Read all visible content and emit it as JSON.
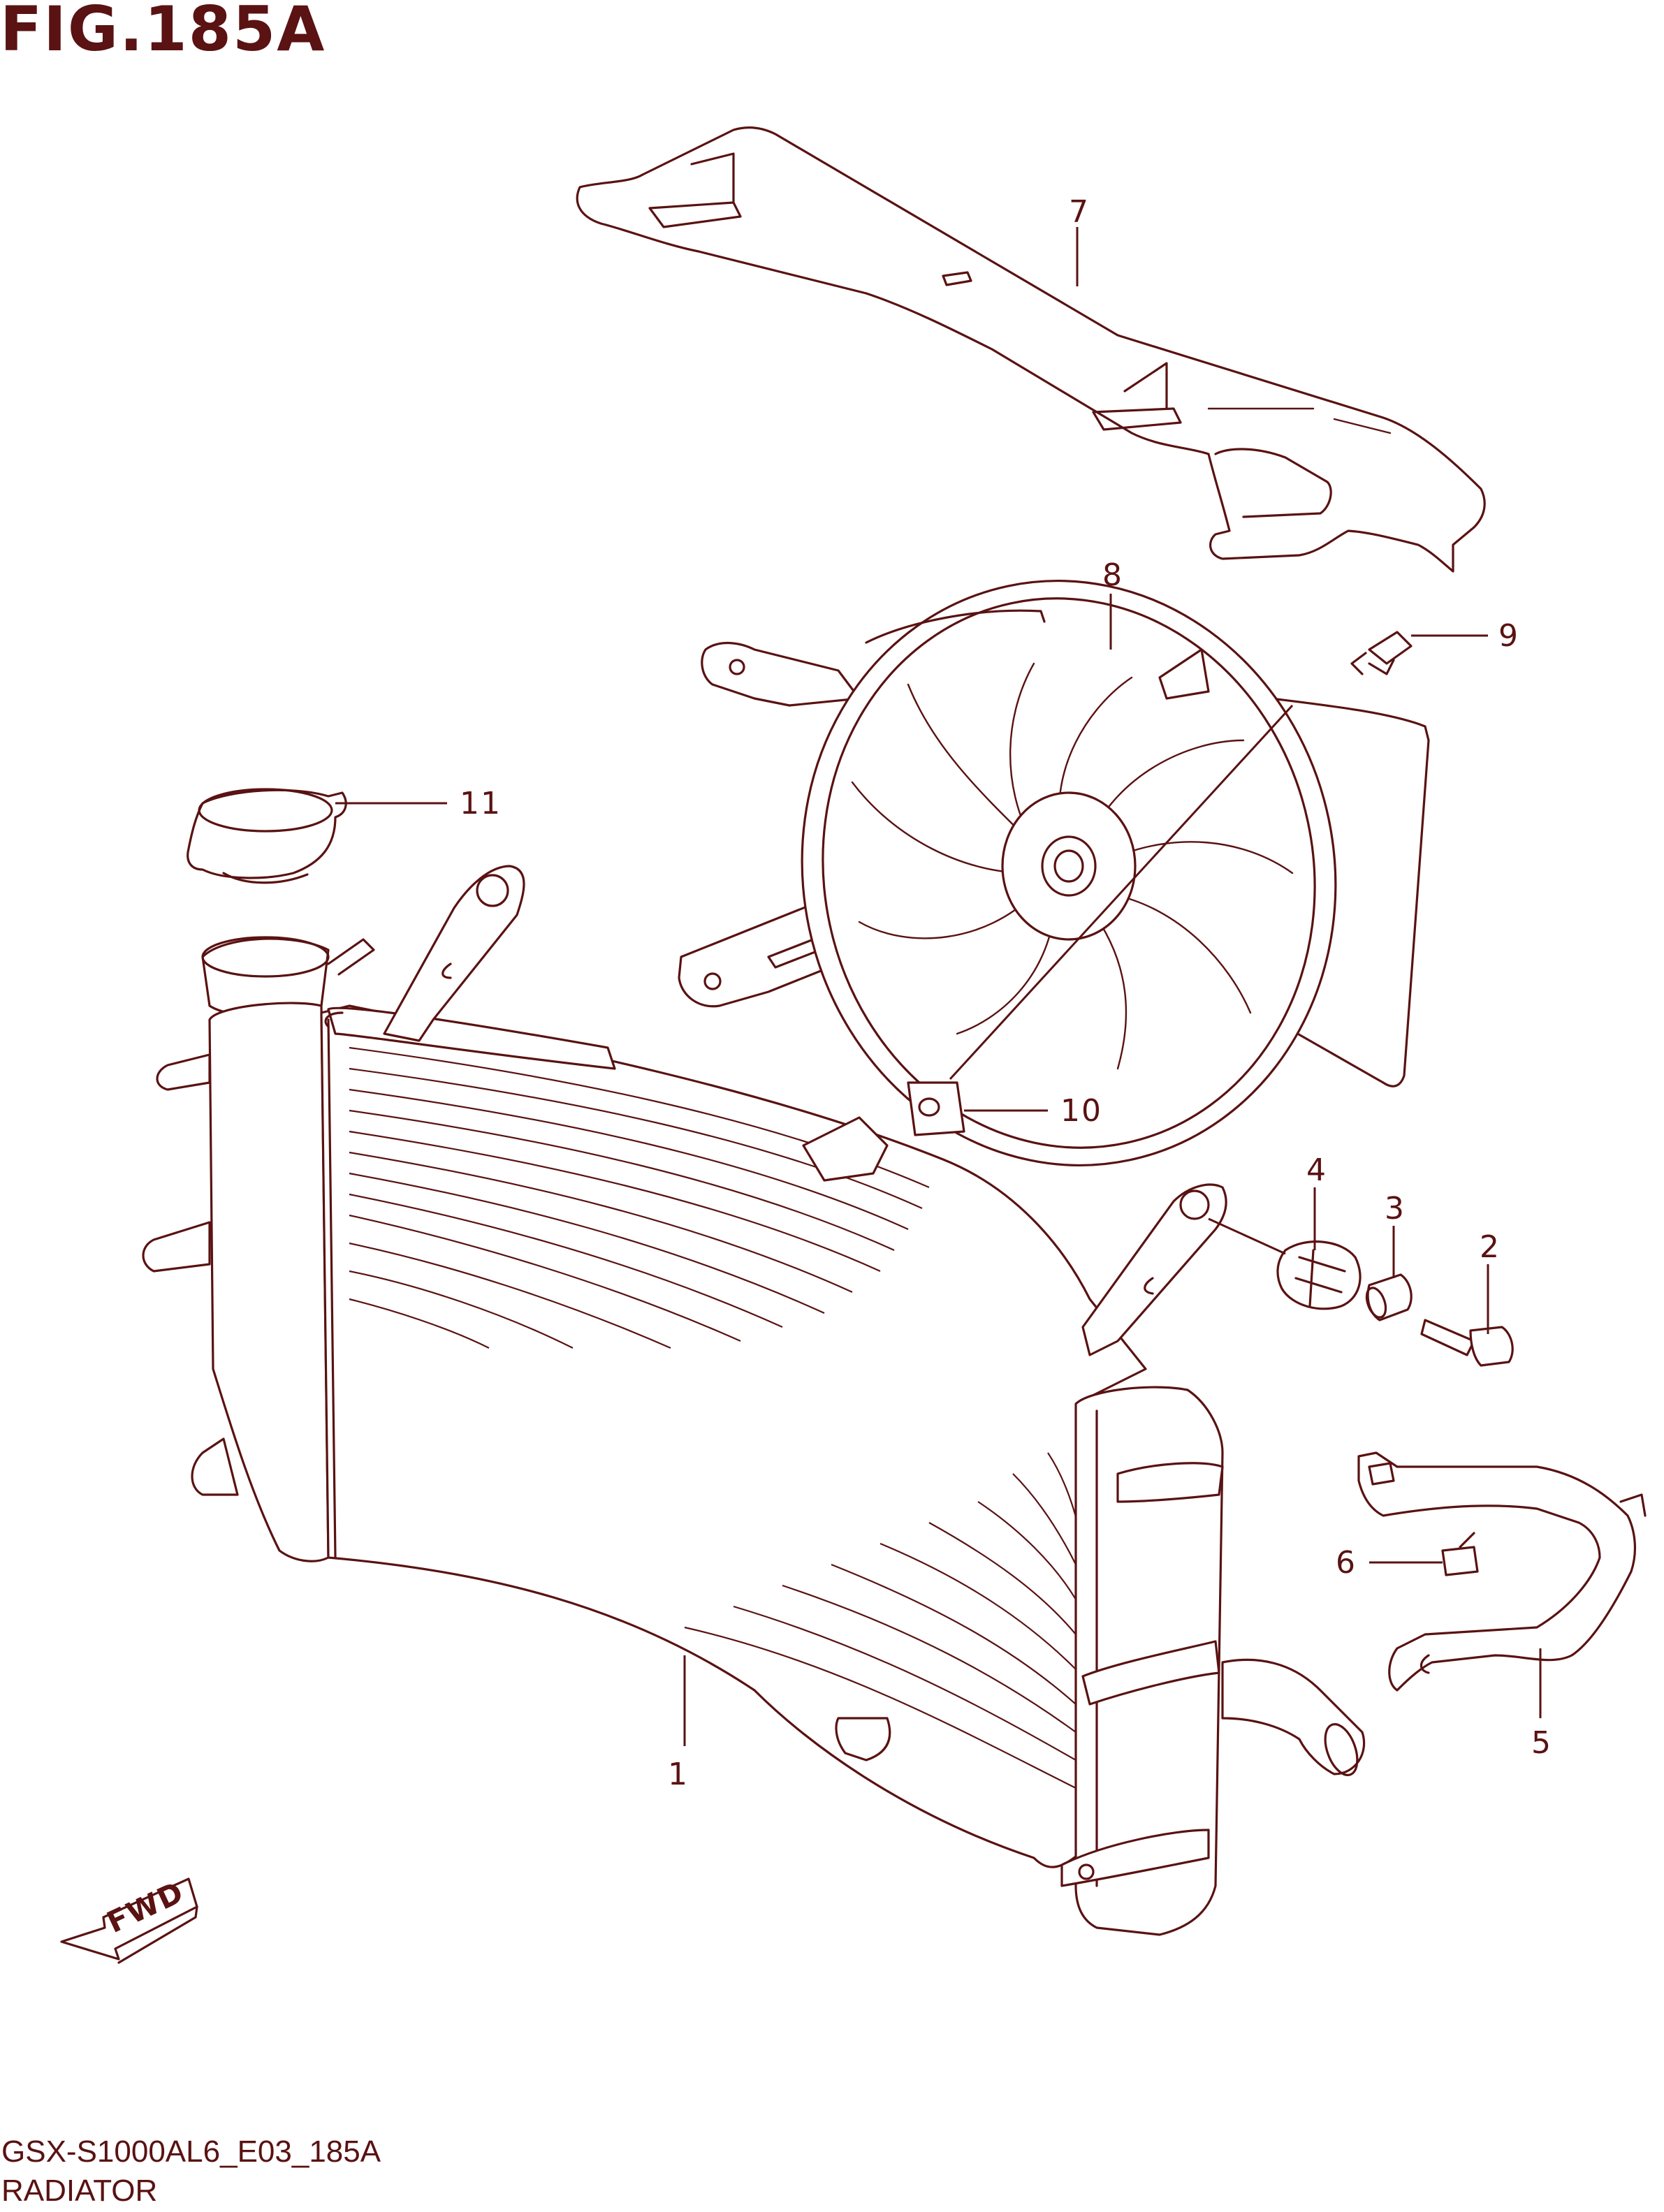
{
  "figure_title": "FIG.185A",
  "drawing_code": "GSX-S1000AL6_E03_185A",
  "section_name": "RADIATOR",
  "direction_arrow_label": "FWD",
  "colors": {
    "line": "#5a1212",
    "background": "#ffffff"
  },
  "callouts": [
    {
      "number": "1",
      "part": "radiator"
    },
    {
      "number": "2",
      "part": "bolt"
    },
    {
      "number": "3",
      "part": "collar"
    },
    {
      "number": "4",
      "part": "cushion"
    },
    {
      "number": "5",
      "part": "bracket"
    },
    {
      "number": "6",
      "part": "bolt"
    },
    {
      "number": "7",
      "part": "cover"
    },
    {
      "number": "8",
      "part": "cooling-fan"
    },
    {
      "number": "9",
      "part": "bolt"
    },
    {
      "number": "10",
      "part": "nut"
    },
    {
      "number": "11",
      "part": "radiator-cap"
    }
  ]
}
